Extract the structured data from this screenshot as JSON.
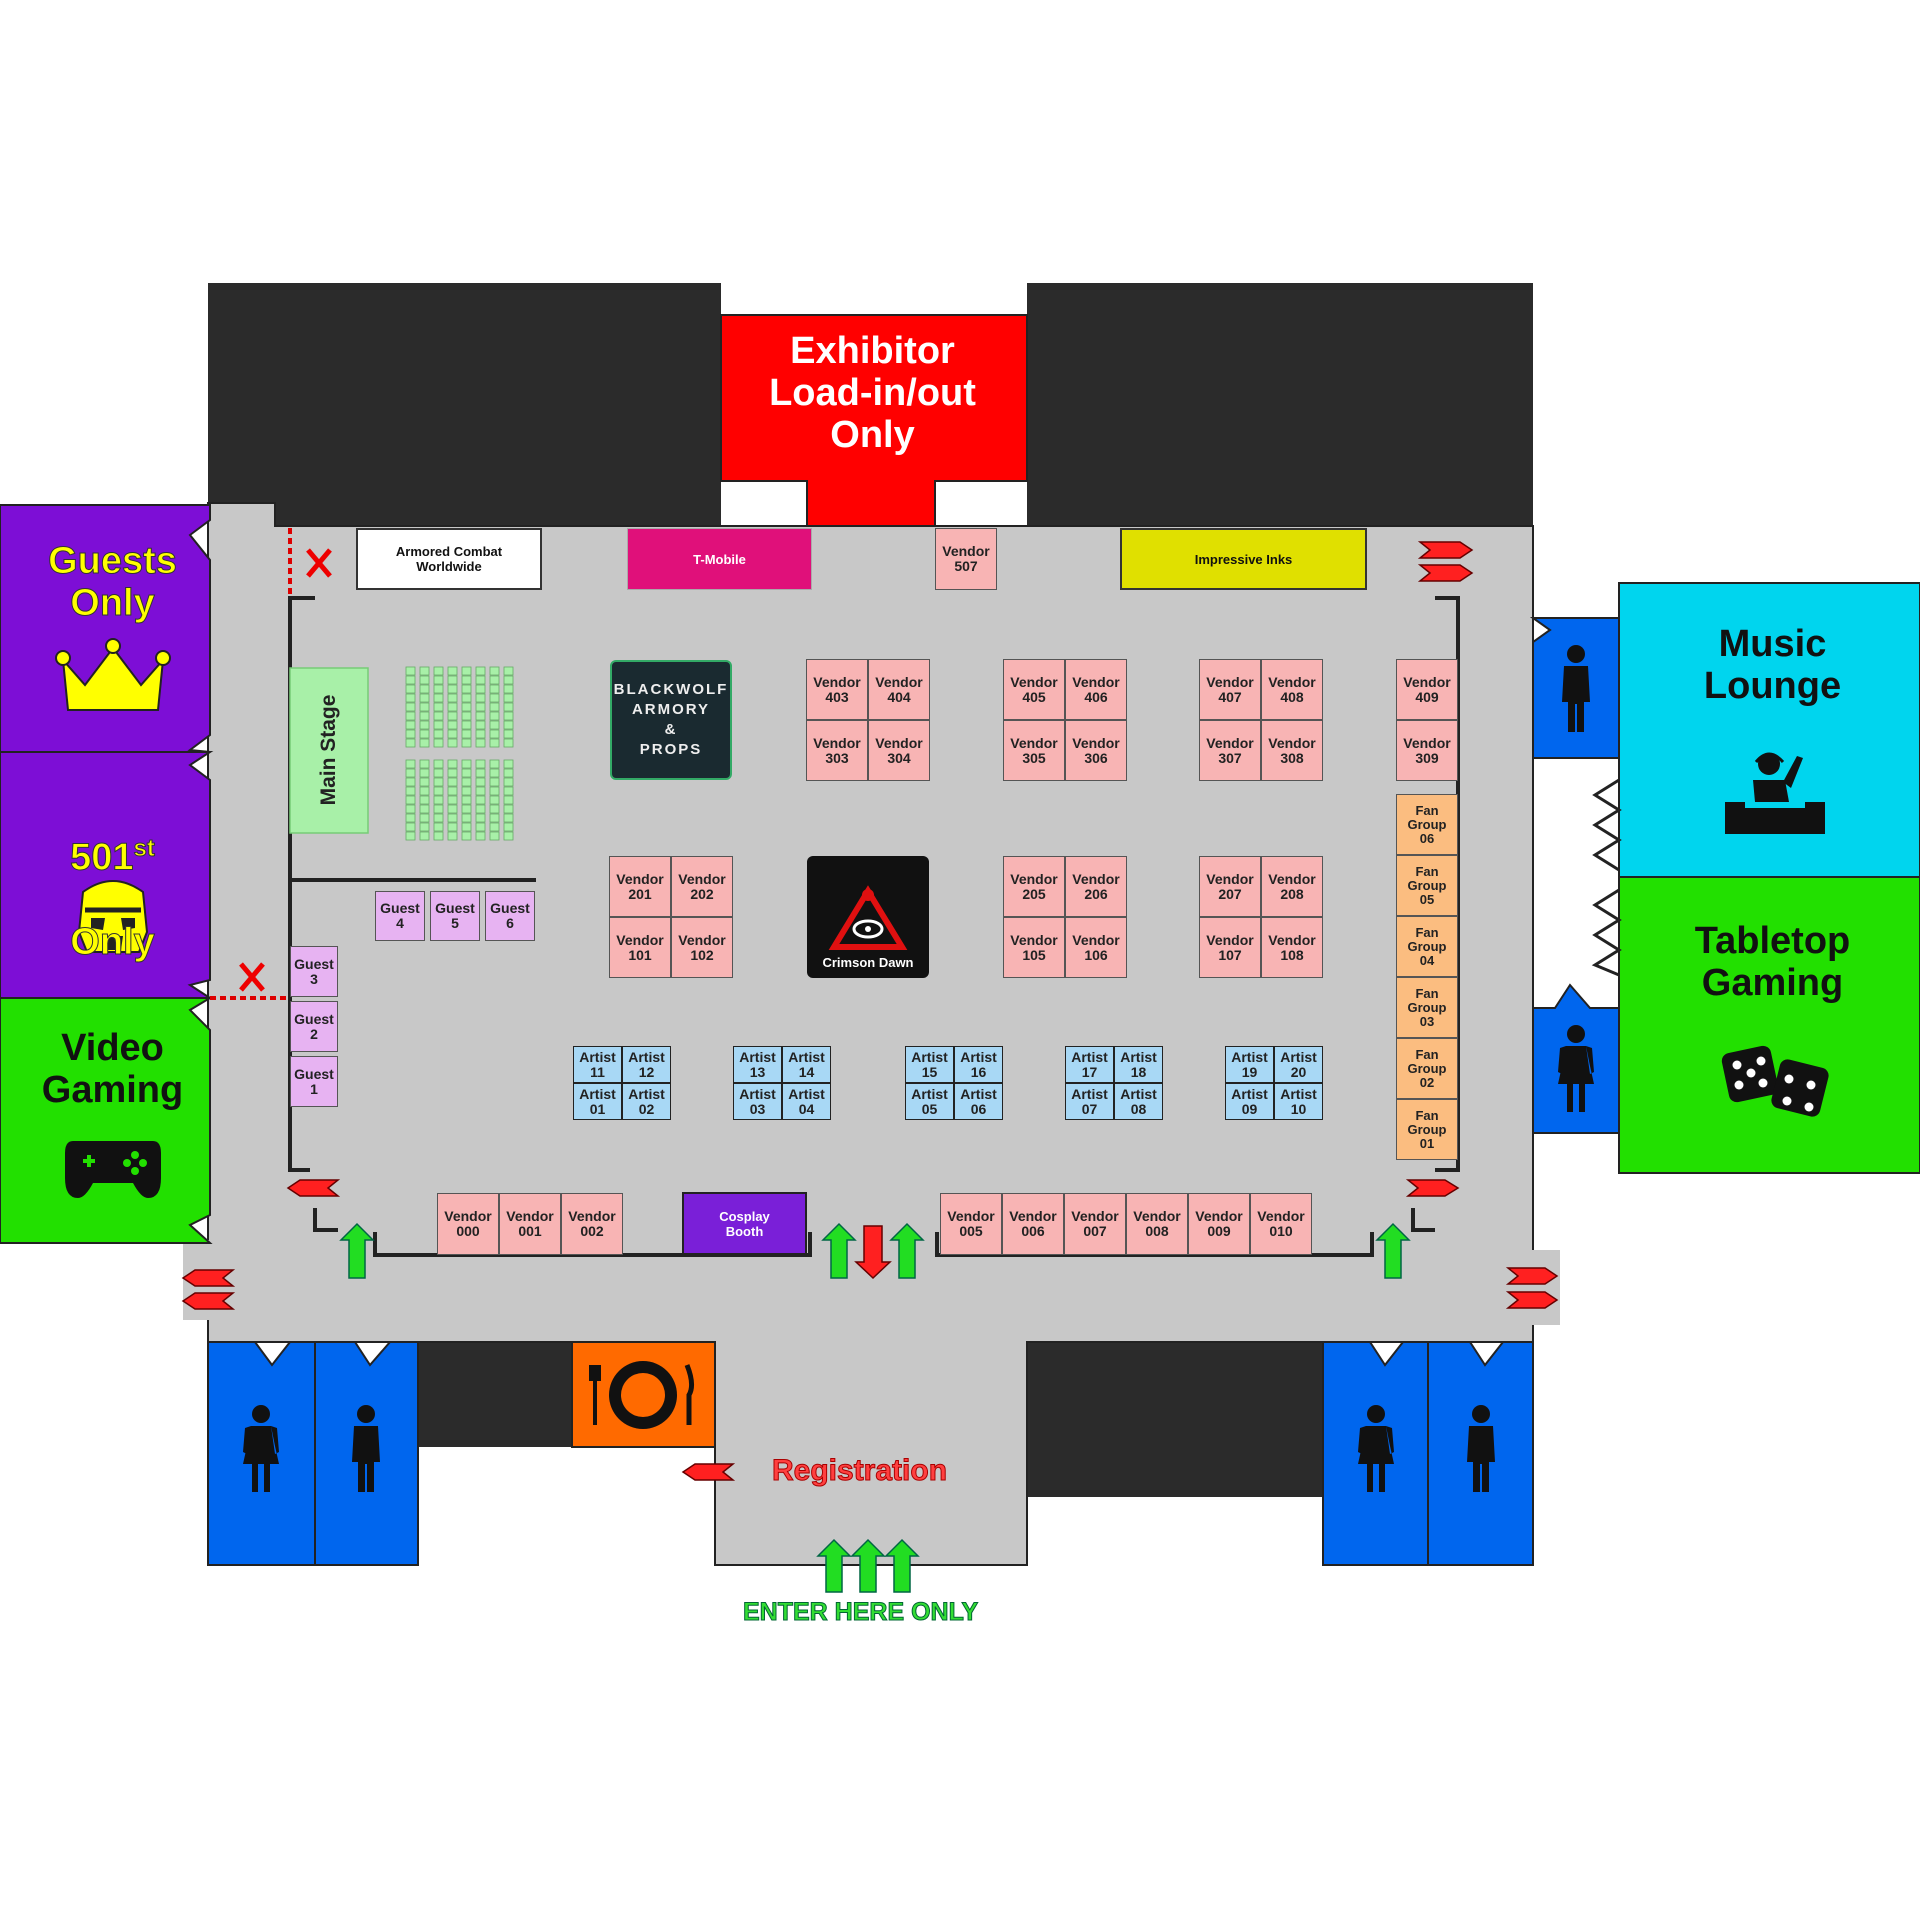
{
  "colors": {
    "wall": "#2b2b2b",
    "floor": "#c8c8c8",
    "exhibitor": "#ff0000",
    "restricted": "#7d0ed6",
    "restricted_text": "#ffff00",
    "video_gaming": "#22e000",
    "music_lounge": "#00d5ee",
    "restroom": "#0066ee",
    "food": "#ff6a00",
    "vendor": "#f8b4b4",
    "artist": "#a8d8f5",
    "guest": "#e7b3f2",
    "fan_group": "#fbbd80",
    "arrow_exit": "#ff2020",
    "arrow_enter": "#22cc22"
  },
  "rooms": {
    "exhibitor": "Exhibitor\nLoad-in/out\nOnly",
    "guests_only": "Guests\nOnly",
    "troopers_only_main": "501",
    "troopers_only_sup": "st",
    "troopers_only_line2": "Only",
    "video_gaming": "Video\nGaming",
    "music_lounge": "Music\nLounge",
    "tabletop_gaming": "Tabletop\nGaming",
    "main_stage": "Main Stage",
    "registration": "Registration",
    "enter_here": "ENTER HERE ONLY"
  },
  "icons": {
    "guests_only": "crown-icon",
    "troopers_only": "stormtrooper-helmet-icon",
    "video_gaming": "game-controller-icon",
    "music_lounge": "dj-icon",
    "tabletop_gaming": "dice-icon",
    "food": "plate-fork-knife-icon",
    "restroom_men": "man-icon",
    "restroom_women": "woman-icon",
    "blocked": "x-mark-icon"
  },
  "sponsors": {
    "armored_combat": "Armored Combat\nWorldwide",
    "t_mobile": "T-Mobile",
    "impressive_inks": "Impressive Inks",
    "cosplay_booth": "Cosplay\nBooth",
    "blackwolf": [
      "BLACKWOLF",
      "ARMORY",
      "&",
      "PROPS"
    ],
    "crimson_dawn": "Crimson Dawn"
  },
  "booths": {
    "vendor_507": "Vendor\n507",
    "vendor_403": "Vendor\n403",
    "vendor_404": "Vendor\n404",
    "vendor_303": "Vendor\n303",
    "vendor_304": "Vendor\n304",
    "vendor_405": "Vendor\n405",
    "vendor_406": "Vendor\n406",
    "vendor_305": "Vendor\n305",
    "vendor_306": "Vendor\n306",
    "vendor_407": "Vendor\n407",
    "vendor_408": "Vendor\n408",
    "vendor_307": "Vendor\n307",
    "vendor_308": "Vendor\n308",
    "vendor_409": "Vendor\n409",
    "vendor_309": "Vendor\n309",
    "vendor_201": "Vendor\n201",
    "vendor_202": "Vendor\n202",
    "vendor_101": "Vendor\n101",
    "vendor_102": "Vendor\n102",
    "vendor_205": "Vendor\n205",
    "vendor_206": "Vendor\n206",
    "vendor_105": "Vendor\n105",
    "vendor_106": "Vendor\n106",
    "vendor_207": "Vendor\n207",
    "vendor_208": "Vendor\n208",
    "vendor_107": "Vendor\n107",
    "vendor_108": "Vendor\n108",
    "vendor_000": "Vendor\n000",
    "vendor_001": "Vendor\n001",
    "vendor_002": "Vendor\n002",
    "vendor_005": "Vendor\n005",
    "vendor_006": "Vendor\n006",
    "vendor_007": "Vendor\n007",
    "vendor_008": "Vendor\n008",
    "vendor_009": "Vendor\n009",
    "vendor_010": "Vendor\n010",
    "artist_11": "Artist\n11",
    "artist_12": "Artist\n12",
    "artist_01": "Artist\n01",
    "artist_02": "Artist\n02",
    "artist_13": "Artist\n13",
    "artist_14": "Artist\n14",
    "artist_03": "Artist\n03",
    "artist_04": "Artist\n04",
    "artist_15": "Artist\n15",
    "artist_16": "Artist\n16",
    "artist_05": "Artist\n05",
    "artist_06": "Artist\n06",
    "artist_17": "Artist\n17",
    "artist_18": "Artist\n18",
    "artist_07": "Artist\n07",
    "artist_08": "Artist\n08",
    "artist_19": "Artist\n19",
    "artist_20": "Artist\n20",
    "artist_09": "Artist\n09",
    "artist_10": "Artist\n10",
    "guest_1": "Guest\n1",
    "guest_2": "Guest\n2",
    "guest_3": "Guest\n3",
    "guest_4": "Guest\n4",
    "guest_5": "Guest\n5",
    "guest_6": "Guest\n6",
    "fan_06": "Fan\nGroup\n06",
    "fan_05": "Fan\nGroup\n05",
    "fan_04": "Fan\nGroup\n04",
    "fan_03": "Fan\nGroup\n03",
    "fan_02": "Fan\nGroup\n02",
    "fan_01": "Fan\nGroup\n01"
  }
}
